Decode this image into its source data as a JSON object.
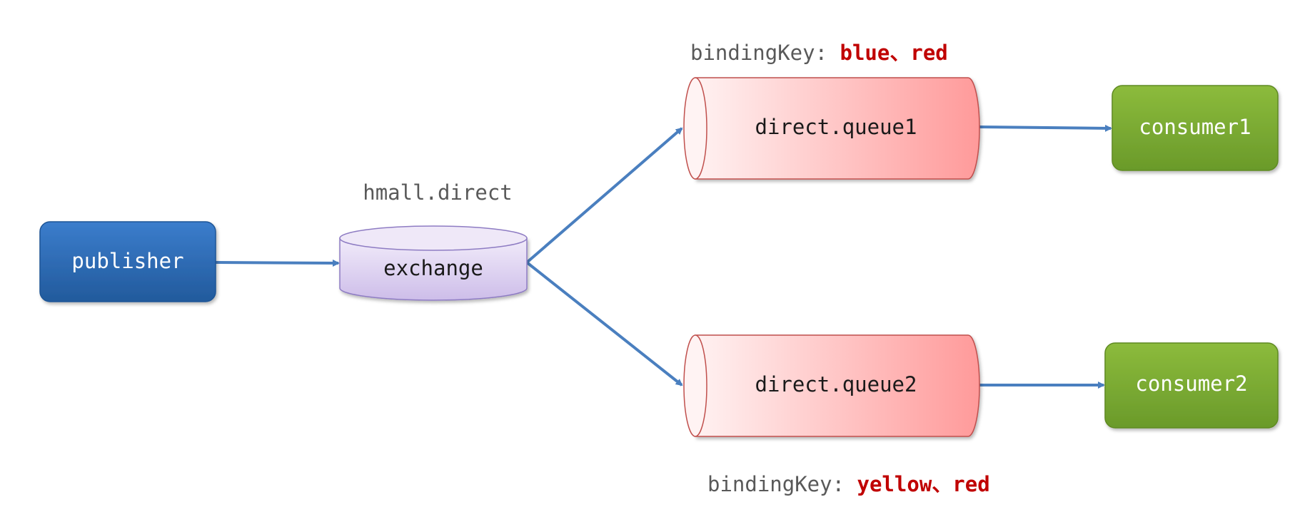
{
  "publisher": {
    "label": "publisher"
  },
  "exchange": {
    "name": "hmall.direct",
    "label": "exchange"
  },
  "queues": [
    {
      "label": "direct.queue1",
      "binding_prefix": "bindingKey: ",
      "binding_keys": "blue、red"
    },
    {
      "label": "direct.queue2",
      "binding_prefix": "bindingKey: ",
      "binding_keys": "yellow、red"
    }
  ],
  "consumers": [
    {
      "label": "consumer1"
    },
    {
      "label": "consumer2"
    }
  ],
  "colors": {
    "publisher": "#2e6db4",
    "exchange": "#d6c9ee",
    "queue": "#ff9a9a",
    "consumer": "#7faa33",
    "arrow": "#4a7fbf",
    "binding_key_value": "#c00000",
    "caption_text": "#595959"
  }
}
